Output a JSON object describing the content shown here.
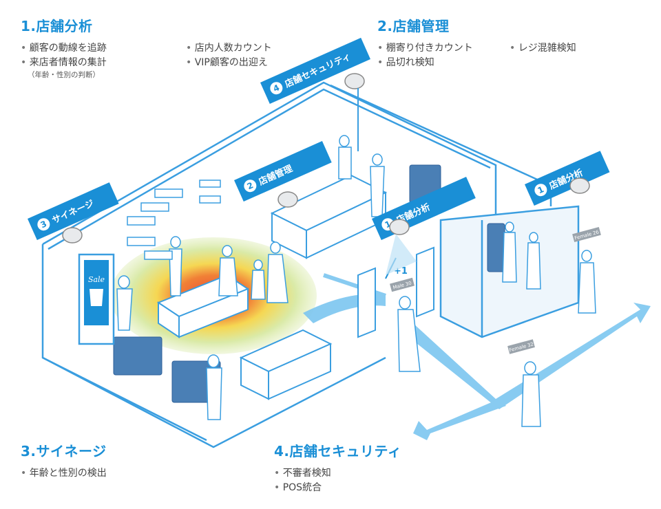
{
  "sections": {
    "analysis": {
      "title": "1.店舗分析",
      "col1": [
        "顧客の動線を追跡",
        "来店者情報の集計"
      ],
      "col1_sub": "（年齢・性別の判断）",
      "col2": [
        "店内人数カウント",
        "VIP顧客の出迎え"
      ]
    },
    "management": {
      "title": "2.店舗管理",
      "col1": [
        "棚寄り付きカウント",
        "品切れ検知"
      ],
      "col2": [
        "レジ混雑検知"
      ]
    },
    "signage": {
      "title": "3.サイネージ",
      "items": [
        "年齢と性別の検出"
      ]
    },
    "security": {
      "title": "4.店舗セキュリティ",
      "items": [
        "不審者検知",
        "POS統合"
      ]
    }
  },
  "camera_labels": {
    "security": {
      "num": "4",
      "text": "店舗セキュリティ"
    },
    "management": {
      "num": "2",
      "text": "店舗管理"
    },
    "signage": {
      "num": "3",
      "text": "サイネージ"
    },
    "analysis_entrance": {
      "num": "1",
      "text": "店舗分析"
    },
    "analysis_window": {
      "num": "1",
      "text": "店舗分析"
    }
  },
  "scene": {
    "sale_sign": "Sale",
    "count_badge": "+1",
    "tag_entrance": "Male 30",
    "tag_street": "Female 32",
    "tag_window": "Female 26"
  },
  "colors": {
    "accent": "#1a8fd6",
    "line": "#3a9ee0",
    "arrow": "#7cc6f0",
    "heat_red": "#e8402a",
    "heat_yellow": "#f5d54a",
    "heat_green": "#cfe6a0"
  }
}
